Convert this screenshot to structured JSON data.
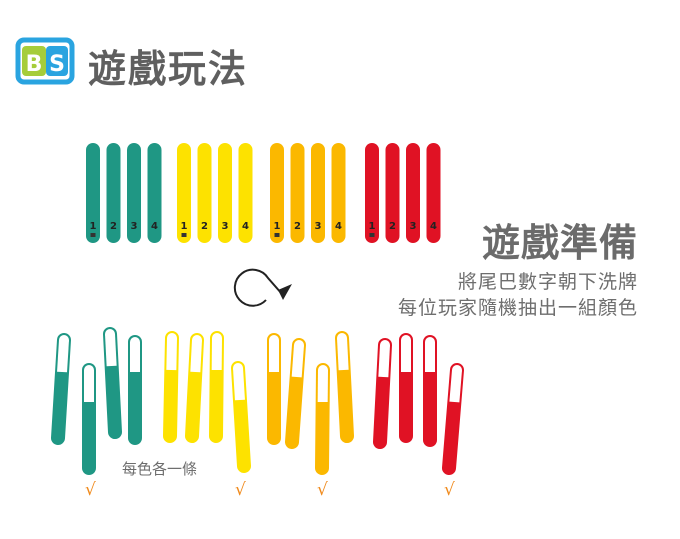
{
  "header": {
    "logo_text": "BS",
    "title": "遊戲玩法"
  },
  "colors": {
    "green": "#1f9784",
    "yellow": "#fde200",
    "orange": "#fbb800",
    "red": "#e01224",
    "logo_blue": "#2aa4e0",
    "logo_green": "#a6cd3a",
    "check": "#f08a1c",
    "text": "#6b6b6b"
  },
  "stick_groups": [
    "green",
    "yellow",
    "orange",
    "red"
  ],
  "stick_numbers": [
    "1",
    "2",
    "3",
    "4"
  ],
  "preparation": {
    "title": "遊戲準備",
    "lines": [
      "將尾巴數字朝下洗牌",
      "每位玩家隨機抽出一組顏色"
    ]
  },
  "draw_note": "每色各一條",
  "check_mark": "√",
  "icons": {
    "shuffle": "circular-arrow-icon"
  }
}
